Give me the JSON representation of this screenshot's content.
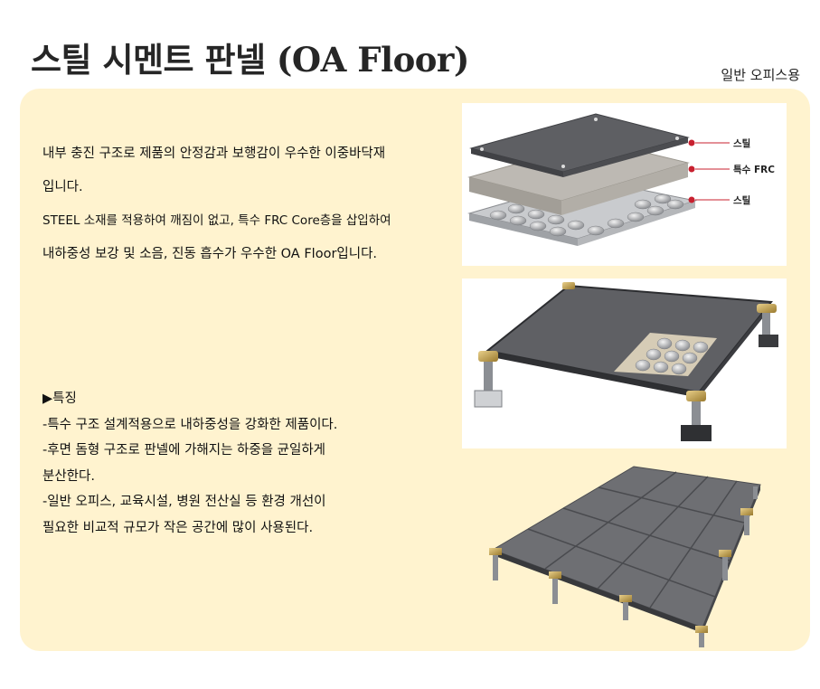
{
  "header": {
    "title": "스틸 시멘트 판넬 (OA Floor)",
    "subtitle": "일반 오피스용"
  },
  "description": {
    "line1": "내부 충진 구조로 제품의 안정감과 보행감이 우수한 이중바닥재",
    "line2": "입니다.",
    "line3": "STEEL 소재를 적용하여 깨짐이 없고, 특수 FRC Core층을 삽입하여",
    "line4": "내하중성 보강 및 소음, 진동 흡수가 우수한  OA Floor입니다."
  },
  "features": {
    "heading": "▶특징",
    "lines": [
      "-특수 구조 설계적용으로 내하중성을 강화한 제품이다.",
      "-후면 돔형 구조로 판넬에 가해지는 하중을 균일하게",
      "분산한다.",
      "-일반 오피스, 교육시설, 병원 전산실 등 환경 개선이",
      "필요한 비교적 규모가 작은 공간에 많이 사용된다."
    ]
  },
  "layers": {
    "top": "스틸",
    "middle": "특수 FRC",
    "bottom": "스틸"
  },
  "colors": {
    "panel_bg": "#fff3cf",
    "steel_top": "#5d5e62",
    "frc_core": "#b9b6b1",
    "marker": "#c8202f"
  }
}
